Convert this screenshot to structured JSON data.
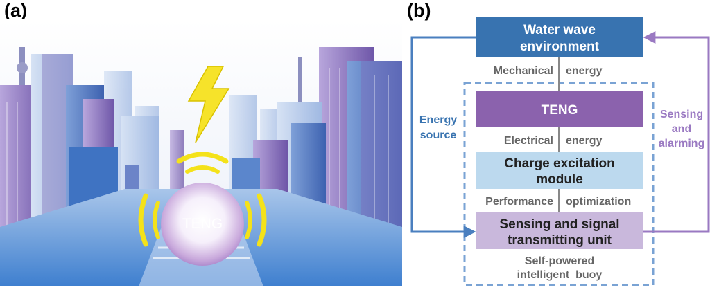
{
  "panels": {
    "a": {
      "label": "(a)",
      "sphere_text": "TENG"
    },
    "b": {
      "label": "(b)",
      "nodes": {
        "water": {
          "line1": "Water wave",
          "line2": "environment"
        },
        "teng": {
          "text": "TENG"
        },
        "charge": {
          "line1": "Charge excitation",
          "line2": "module"
        },
        "sensing": {
          "line1": "Sensing and signal",
          "line2": "transmitting unit"
        }
      },
      "edge_labels": {
        "mechanical": {
          "left": "Mechanical",
          "right": "energy"
        },
        "electrical": {
          "left": "Electrical",
          "right": "energy"
        },
        "performance": {
          "left": "Performance",
          "right": "optimization"
        }
      },
      "side_labels": {
        "energy_source": {
          "line1": "Energy",
          "line2": "source"
        },
        "sensing_alarming": {
          "line1": "Sensing",
          "line2": "and",
          "line3": "alarming"
        }
      },
      "buoy_label": {
        "line1": "Self-powered",
        "line2": "intelligent  buoy"
      }
    }
  },
  "colors": {
    "water_box": "#3873b0",
    "teng_box": "#8b62ad",
    "charge_box": "#bcd9ee",
    "sensing_box": "#c9b8dc",
    "blue_arrow": "#4a7fbf",
    "purple_arrow": "#9a79c2",
    "dashed_border": "#7aa3d4",
    "gray_text": "#666666"
  }
}
